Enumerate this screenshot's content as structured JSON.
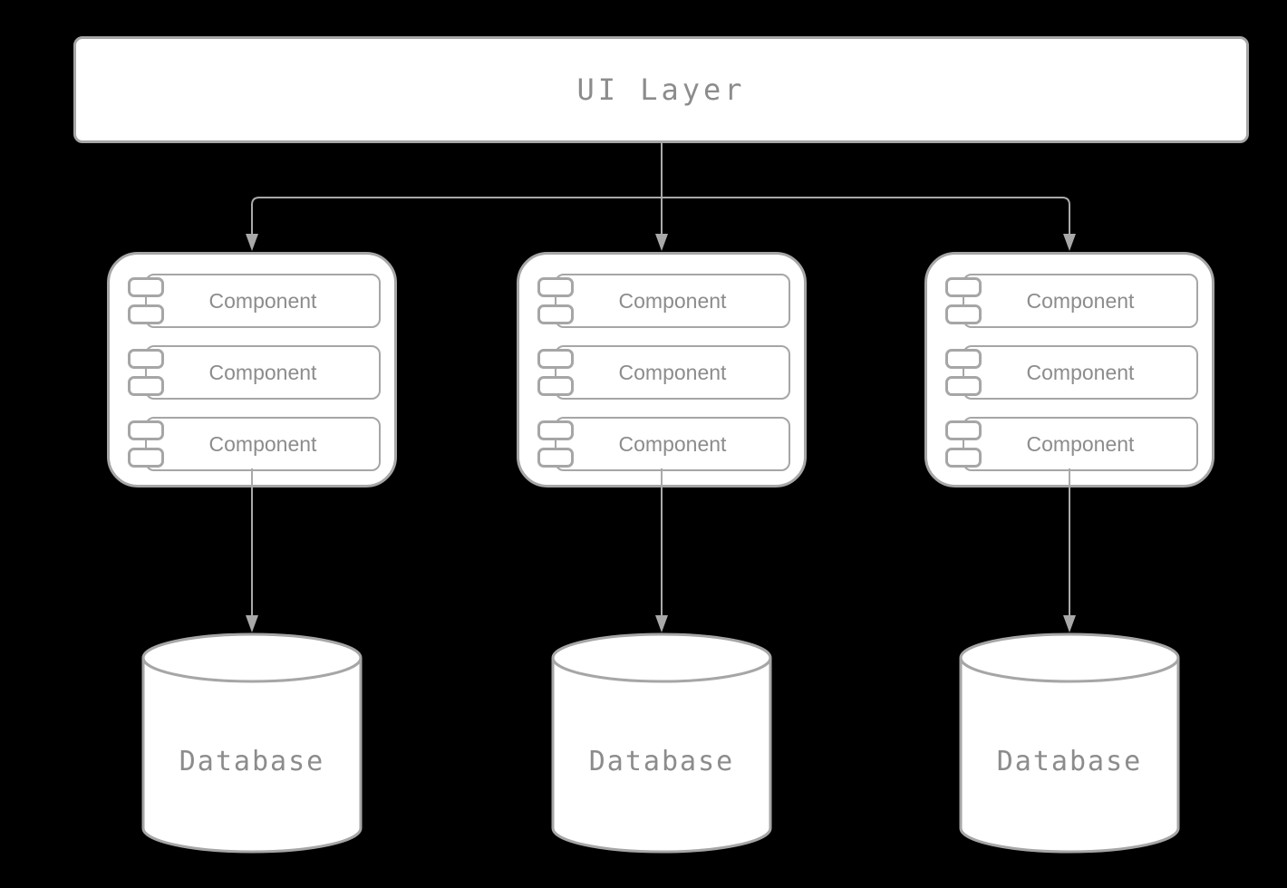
{
  "theme": {
    "bg": "#000000",
    "fill": "#ffffff",
    "stroke": "#a6a6a6",
    "line": "#a9a9a9",
    "text": "#8c8c8c"
  },
  "diagram": {
    "title_node": {
      "label": "UI Layer"
    },
    "groups": [
      {
        "components": [
          "Component",
          "Component",
          "Component"
        ],
        "database": {
          "label": "Database"
        }
      },
      {
        "components": [
          "Component",
          "Component",
          "Component"
        ],
        "database": {
          "label": "Database"
        }
      },
      {
        "components": [
          "Component",
          "Component",
          "Component"
        ],
        "database": {
          "label": "Database"
        }
      }
    ]
  }
}
